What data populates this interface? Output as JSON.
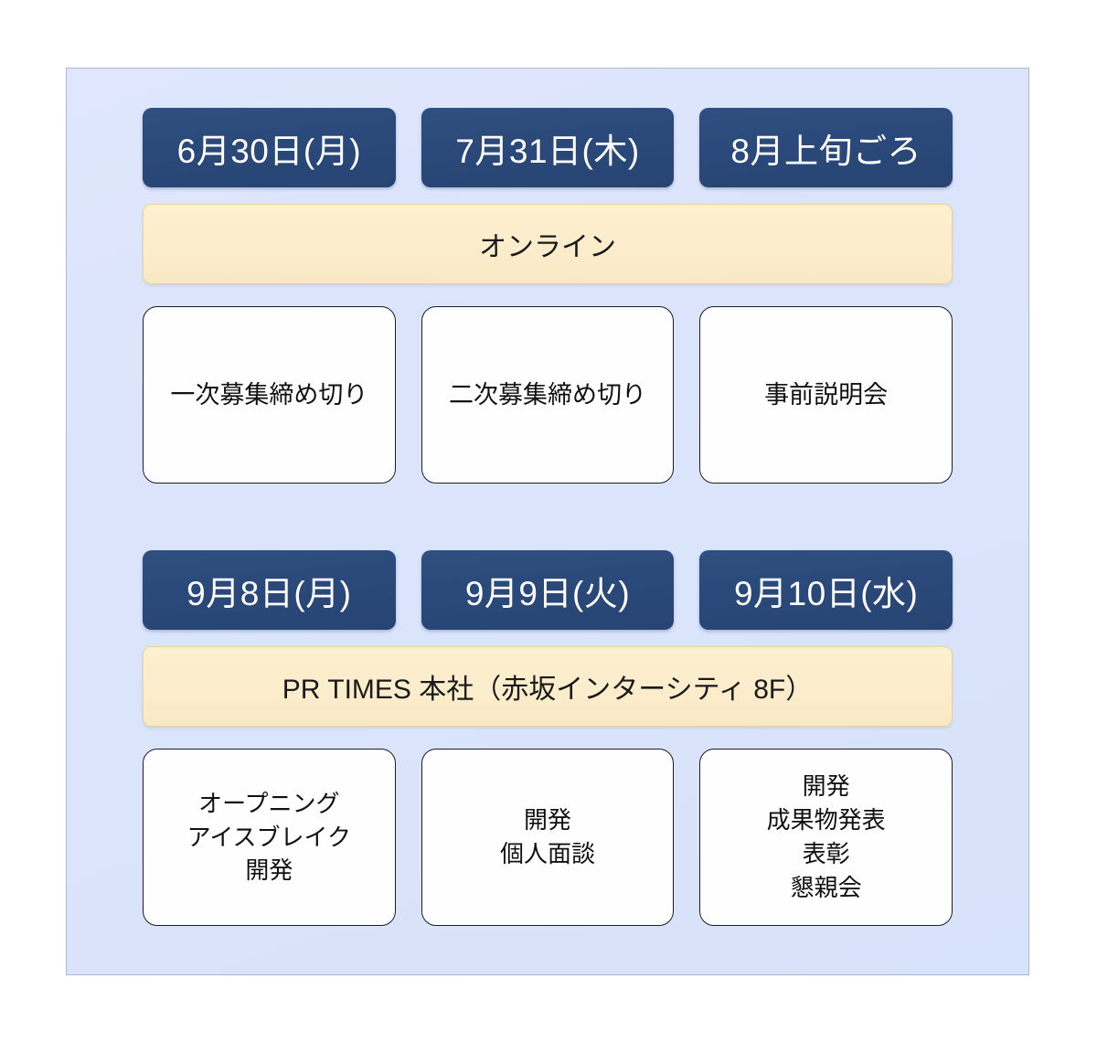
{
  "theme": {
    "panel_background": "#dde4fb",
    "panel_border": "#a9bbd6",
    "badge_background": "#274472",
    "badge_text_color": "#ffffff",
    "venue_background": "#fbeccb",
    "venue_border": "#e7d49c",
    "card_background": "#fefefe",
    "card_border": "#1c1c24",
    "text_color": "#111111"
  },
  "schedule": {
    "blocks": [
      {
        "id": "online-block",
        "dates": [
          {
            "label": "6月30日(月)"
          },
          {
            "label": "7月31日(木)"
          },
          {
            "label": "8月上旬ごろ"
          }
        ],
        "venue": "オンライン",
        "cards": [
          {
            "text": "一次募集締め切り",
            "lines": 1
          },
          {
            "text": "二次募集締め切り",
            "lines": 1
          },
          {
            "text": "事前説明会",
            "lines": 1
          }
        ]
      },
      {
        "id": "onsite-block",
        "dates": [
          {
            "label": "9月8日(月)"
          },
          {
            "label": "9月9日(火)"
          },
          {
            "label": "9月10日(水)"
          }
        ],
        "venue": "PR TIMES 本社（赤坂インターシティ 8F）",
        "cards": [
          {
            "text": "オープニング\nアイスブレイク\n開発",
            "lines": 3
          },
          {
            "text": "開発\n個人面談",
            "lines": 2
          },
          {
            "text": "開発\n成果物発表\n表彰\n懇親会",
            "lines": 4
          }
        ]
      }
    ]
  }
}
